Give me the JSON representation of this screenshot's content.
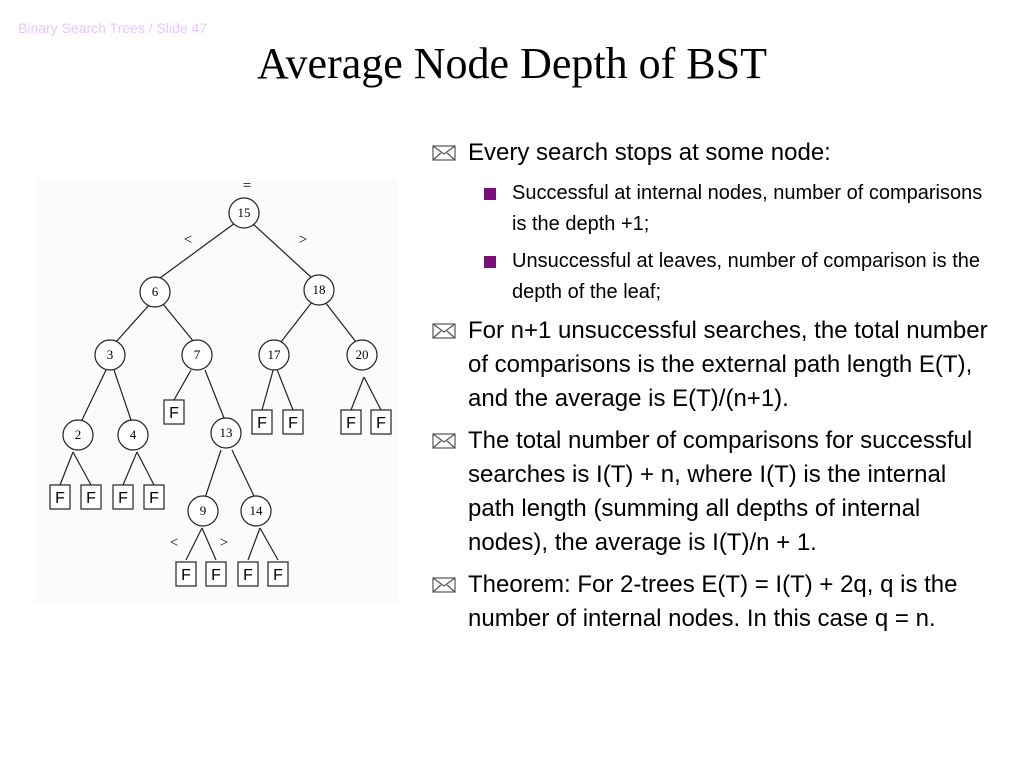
{
  "header_note": "Binary Search Trees / Slide 47",
  "title": "Average Node Depth of BST",
  "diagram": {
    "eq_label": "=",
    "lt_label": "<",
    "gt_label": ">",
    "leaf_label": "F",
    "nodes": {
      "n15": "15",
      "n6": "6",
      "n18": "18",
      "n3": "3",
      "n7": "7",
      "n17": "17",
      "n20": "20",
      "n2": "2",
      "n4": "4",
      "n13": "13",
      "n9": "9",
      "n14": "14"
    }
  },
  "bullets": [
    {
      "text": "Every search stops at some node:",
      "sub": [
        "Successful at internal nodes, number of comparisons is the depth +1;",
        "Unsuccessful at leaves, number of comparison is the depth of the leaf;"
      ]
    },
    {
      "text": " For n+1 unsuccessful searches, the total number of comparisons  is the external path length E(T), and the average is E(T)/(n+1).",
      "sub": []
    },
    {
      "text": "The total number of comparisons for successful searches  is  I(T) + n, where I(T) is the internal path length (summing all depths of internal nodes), the average is I(T)/n + 1.",
      "sub": []
    },
    {
      "text": "Theorem: For 2-trees E(T) = I(T) + 2q, q is the number of internal nodes. In this case q = n.",
      "sub": []
    }
  ]
}
